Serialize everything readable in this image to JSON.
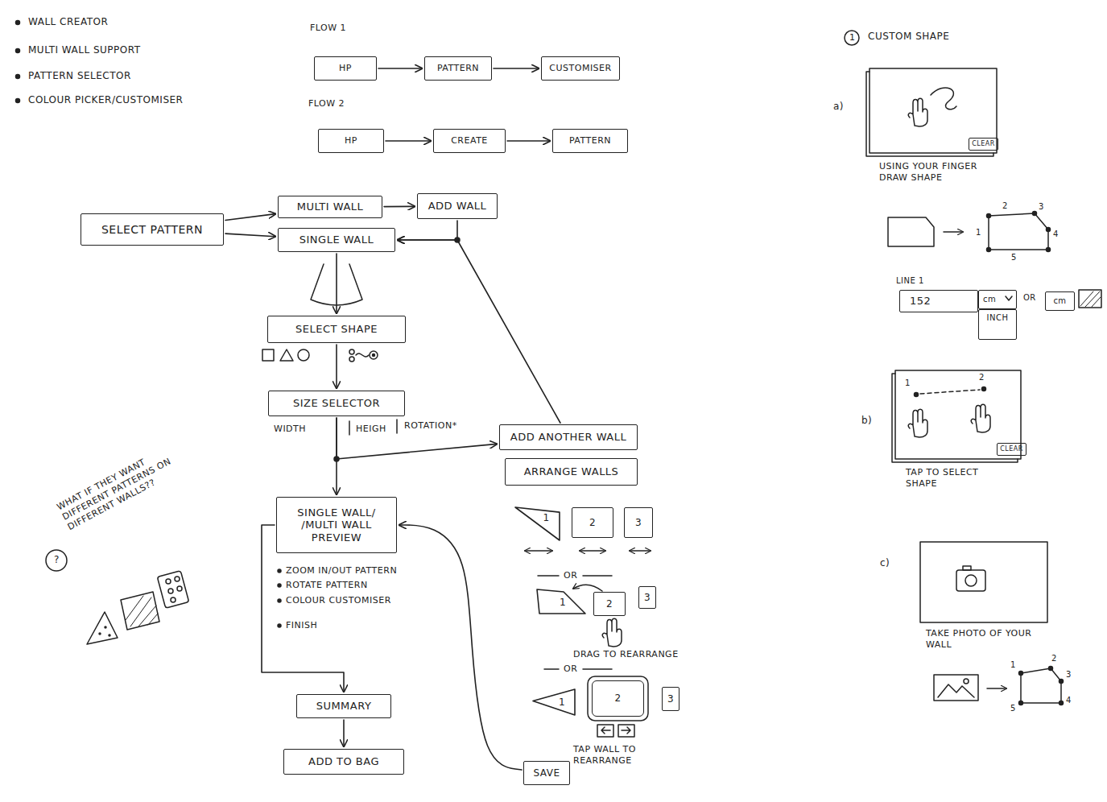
{
  "diagram": {
    "nodes": [
      {
        "text": [
          "HP"
        ]
      },
      {
        "text": [
          "PATTERN"
        ]
      },
      {
        "text": [
          "CUSTOMISER"
        ]
      },
      {
        "text": [
          "HP"
        ]
      },
      {
        "text": [
          "CREATE"
        ]
      },
      {
        "text": [
          "PATTERN"
        ]
      },
      {
        "text": [
          "SELECT PATTERN"
        ]
      },
      {
        "text": [
          "MULTI WALL"
        ]
      },
      {
        "text": [
          "ADD WALL"
        ]
      },
      {
        "text": [
          "SINGLE WALL"
        ]
      },
      {
        "text": [
          "SELECT SHAPE"
        ]
      },
      {
        "text": [
          "SIZE SELECTOR"
        ]
      },
      {
        "text": [
          "ADD ANOTHER WALL"
        ]
      },
      {
        "text": [
          "ARRANGE WALLS"
        ]
      },
      {
        "text": [
          "SINGLE WALL/ /MULTI WALL PREVIEW"
        ]
      },
      {
        "text": [
          "1"
        ]
      },
      {
        "text": [
          "2"
        ]
      },
      {
        "text": [
          "3"
        ]
      },
      {
        "text": [
          "1"
        ]
      },
      {
        "text": [
          "2"
        ]
      },
      {
        "text": [
          "3"
        ]
      },
      {
        "text": [
          "1"
        ]
      },
      {
        "text": [
          "2"
        ]
      },
      {
        "text": [
          "3"
        ]
      },
      {
        "text": [
          "SAVE"
        ]
      },
      {
        "text": [
          "SUMMARY"
        ]
      },
      {
        "text": [
          "ADD TO BAG"
        ]
      },
      {
        "text": [
          "CLEAR"
        ]
      },
      {
        "text": [
          "152"
        ]
      },
      {
        "text": [
          "cm"
        ]
      },
      {
        "text": [
          "INCH"
        ]
      },
      {
        "text": [
          "cm"
        ]
      },
      {
        "text": [
          "CLEAR"
        ]
      }
    ],
    "edges": [
      {
        "from": 0,
        "to": 1,
        "arrow": "to"
      },
      {
        "from": 1,
        "to": 2,
        "arrow": "to"
      },
      {
        "from": 3,
        "to": 4,
        "arrow": "to"
      },
      {
        "from": 4,
        "to": 5,
        "arrow": "to"
      },
      {
        "from": 6,
        "to": 7,
        "arrow": "to"
      },
      {
        "from": 6,
        "to": 9,
        "arrow": "to"
      },
      {
        "from": 7,
        "to": 8,
        "arrow": "to"
      },
      {
        "from": 8,
        "to": 9,
        "arrow": "to"
      },
      {
        "from": 9,
        "to": 10,
        "arrow": "to"
      },
      {
        "from": 10,
        "to": 11,
        "arrow": "to"
      },
      {
        "from": 11,
        "to": 14,
        "arrow": "to"
      },
      {
        "from": 11,
        "to": 12,
        "arrow": "to"
      },
      {
        "from": 12,
        "to": 9,
        "arrow": "to"
      },
      {
        "from": 14,
        "to": 25,
        "arrow": "to"
      },
      {
        "from": 25,
        "to": 26,
        "arrow": "to"
      },
      {
        "from": 24,
        "to": 14,
        "arrow": "to"
      }
    ],
    "labels": [
      "WALL CREATOR",
      "MULTI WALL SUPPORT",
      "PATTERN SELECTOR",
      "COLOUR PICKER/CUSTOMISER",
      "FLOW 1",
      "FLOW 2",
      "WIDTH",
      "HEIGH",
      "ROTATION*",
      "ZOOM IN/OUT PATTERN",
      "ROTATE PATTERN",
      "COLOUR CUSTOMISER",
      "FINISH",
      "OR",
      "DRAG TO REARRANGE",
      "OR",
      "TAP WALL TO REARRANGE",
      "?",
      "WHAT IF THEY WANT DIFFERENT PATTERNS ON DIFFERENT WALLS??",
      "1",
      "CUSTOM SHAPE",
      "a)",
      "USING YOUR FINGER DRAW SHAPE",
      "1",
      "2",
      "3",
      "4",
      "5",
      "LINE 1",
      "OR",
      "b)",
      "1",
      "2",
      "TAP TO SELECT SHAPE",
      "c)",
      "TAKE PHOTO OF YOUR WALL",
      "1",
      "2",
      "3",
      "4",
      "5"
    ]
  }
}
